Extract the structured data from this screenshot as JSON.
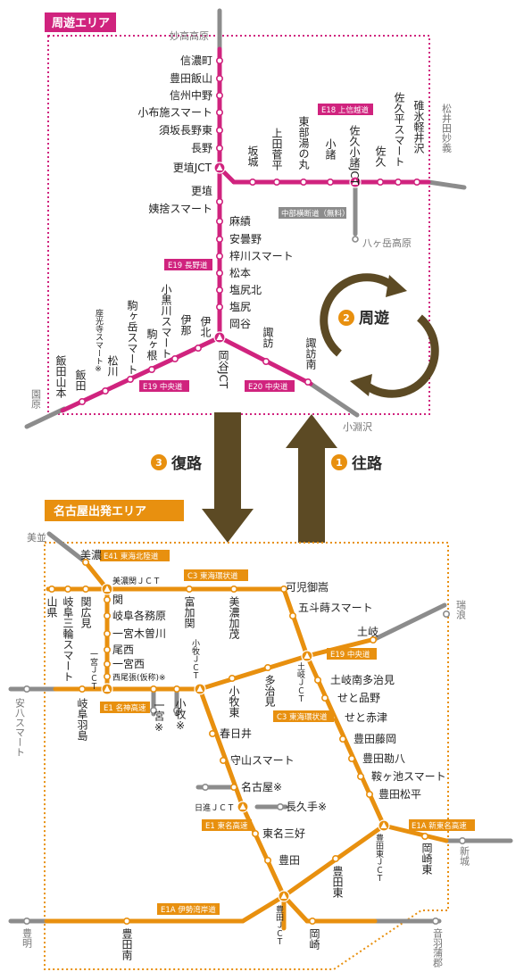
{
  "colors": {
    "pink": "#d0237e",
    "orange": "#e8900f",
    "gray": "#8c8c8c",
    "brown": "#5c4a24"
  },
  "areas": {
    "shuyu_area": "周遊エリア",
    "nagoya_area": "名古屋出発エリア"
  },
  "route_labels": {
    "return": "復路",
    "outbound": "往路",
    "loop": "周遊",
    "return_num": "3",
    "outbound_num": "1",
    "loop_num": "2"
  },
  "top_stations": {
    "myoko": "妙高高原",
    "shinano": "信濃町",
    "toyota_iiyama": "豊田飯山",
    "shinshu_nakano": "信州中野",
    "obuse": "小布施スマート",
    "suzaka": "須坂長野東",
    "nagano": "長野",
    "koshoku_jct": "更埴JCT",
    "koshoku": "更埴",
    "obasute": "姨捨スマート",
    "omi": "麻績",
    "azumino": "安曇野",
    "azusagawa": "梓川スマート",
    "matsumoto": "松本",
    "shiojiri_kita": "塩尻北",
    "shiojiri": "塩尻",
    "okaya": "岡谷",
    "sakaki": "坂城",
    "ueda": "上田菅平",
    "tobu_yunomaru": "東部湯の丸",
    "komoro": "小諸",
    "saku_komoro_jct": "佐久小諸JCT",
    "saku": "佐久",
    "saku_daira": "佐久平スマート",
    "usui": "碓氷軽井沢",
    "matsuida": "松井田妙義",
    "yatsugatake": "八ヶ岳高原",
    "chubu_odan": "中部横断道（無料）",
    "iida_yamamoto": "飯田山本",
    "iida": "飯田",
    "zakoji": "座光寺スマート※",
    "matsukawa": "松川",
    "komagane_sa": "駒ヶ岳スマート",
    "komagane": "駒ヶ根",
    "kobayashi": "小黒川スマート",
    "ina": "伊那",
    "inakita": "伊北",
    "okaya_jct": "岡谷JCT",
    "suwa": "諏訪",
    "suwa_minami": "諏訪南",
    "sonohara": "園原",
    "kobuchizawa": "小淵沢"
  },
  "top_tags": {
    "e18": "E18 上信越道",
    "e19_nagano": "E19 長野道",
    "e19_chuo": "E19 中央道",
    "e20_chuo": "E20 中央道"
  },
  "bottom_stations": {
    "mino_west": "美並",
    "mino": "美濃",
    "minoseki_jct": "美濃関ＪＣＴ",
    "kani": "可児御嵩",
    "gotoku": "五斗蒔スマート",
    "yamagata": "山県",
    "gifu_sanwa": "岐阜三輪スマート",
    "sekihiromi": "関広見",
    "seki": "関",
    "gifu_kakamigahara": "岐阜各務原",
    "ichinomiya_kiso": "一宮木曽川",
    "bisai": "尾西",
    "ichinomiya": "一宮西",
    "nishi_owari": "西尾張(仮称)※",
    "tomika": "富加関",
    "mino_kamo": "美濃加茂",
    "ichinomiya_jct": "一宮ＪＣＴ",
    "komaki_jct": "小牧ＪＣＴ",
    "komaki_higashi": "小牧東",
    "ichinomiya_sm": "一宮※",
    "komaki": "小牧※",
    "anpachi": "安八スマート",
    "gifu_hashima": "岐阜羽島",
    "tajimi": "多治見",
    "toki_jct": "土岐ＪＣＴ",
    "toki": "土岐",
    "toki_minami": "土岐南多治見",
    "seto_akazu": "せと赤津",
    "seto_shinagano": "せと品野",
    "toyota_fujioka": "豊田藤岡",
    "toyota_kanbachi": "豊田勘八",
    "tomoegaike": "鞍ヶ池スマート",
    "toyota_matsudaira": "豊田松平",
    "kasugai": "春日井",
    "moriyama": "守山スマート",
    "nagoya": "名古屋※",
    "nisshin_jct": "日進ＪＣＴ",
    "nagakute": "長久手※",
    "tomei_miyoshi": "東名三好",
    "toyota": "豊田",
    "toyota_higashi": "豊田東",
    "toyota_higashi_jct": "豊田東ＪＣＴ",
    "okazaki_higashi": "岡崎東",
    "mizunami": "瑞浪",
    "shinshiro": "新城",
    "toyota_jct": "豊田ＪＣＴ",
    "okazaki": "岡崎",
    "toyoake": "豊明",
    "toyota_minami": "豊田南",
    "otowagama": "音羽蒲郡"
  },
  "bottom_tags": {
    "e41": "E41 東海北陸道",
    "c3_top": "C3 東海環状道",
    "e19_chuo": "E19 中央道",
    "e1_meishin": "E1 名神高速",
    "c3_mid": "C3 東海環状道",
    "e1_tomei": "E1 東名高速",
    "e1a_shintomei": "E1A 新東名高速",
    "e1a_isewan": "E1A 伊勢湾岸道"
  }
}
